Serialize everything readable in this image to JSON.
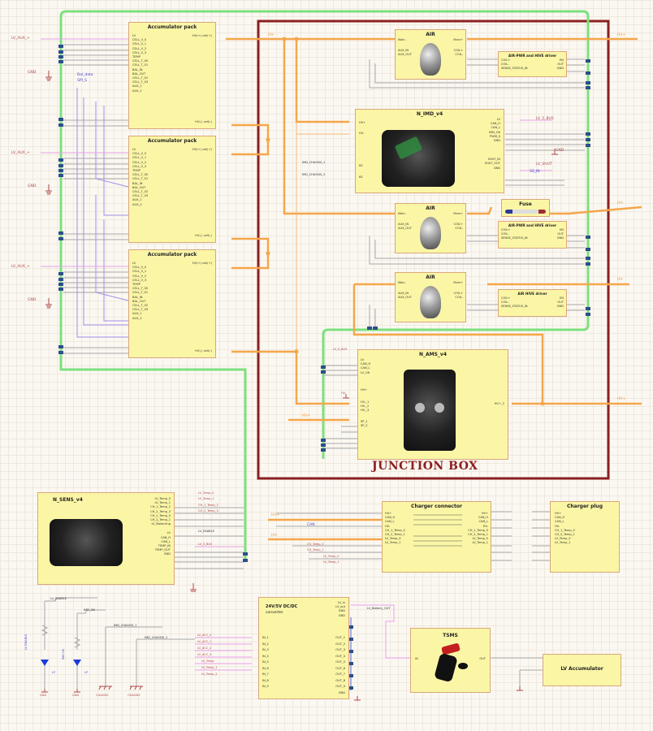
{
  "junction_box": {
    "title": "JUNCTION BOX"
  },
  "accumulator_packs": [
    {
      "title": "Accumulator pack",
      "pins_left": [
        "LV",
        "CELL_V_0",
        "CELL_V_1",
        "CELL_V_2",
        "CELL_V_3",
        "TEMP",
        "CELL_T_00",
        "CELL_T_01",
        "BAL_IN",
        "BAL_OUT",
        "CELL_T_02",
        "CELL_T_03",
        "AUX_1",
        "AUX_2"
      ],
      "pin_top_right": "HV(+) cell(+)",
      "pin_bottom_right": "HV(-) cell(-)"
    },
    {
      "title": "Accumulator pack",
      "pins_left": [
        "LV",
        "CELL_V_0",
        "CELL_V_1",
        "CELL_V_2",
        "CELL_V_3",
        "TEMP",
        "CELL_T_00",
        "CELL_T_01",
        "BAL_IN",
        "BAL_OUT",
        "CELL_T_02",
        "CELL_T_03",
        "AUX_1",
        "AUX_2"
      ],
      "pin_top_right": "HV(+) cell(+)",
      "pin_bottom_right": "HV(-) cell(-)"
    },
    {
      "title": "Accumulator pack",
      "pins_left": [
        "LV",
        "CELL_V_0",
        "CELL_V_1",
        "CELL_V_2",
        "CELL_V_3",
        "TEMP",
        "CELL_T_00",
        "CELL_T_01",
        "BAL_IN",
        "BAL_OUT",
        "CELL_T_02",
        "CELL_T_03",
        "AUX_1",
        "AUX_2"
      ],
      "pin_top_right": "HV(+) cell(+)",
      "pin_bottom_right": "HV(-) cell(-)"
    }
  ],
  "left_nets": [
    {
      "name": "LV_AUX_+"
    },
    {
      "name": "GND"
    },
    {
      "name": "LV_AUX_+"
    },
    {
      "name": "GND"
    },
    {
      "name": "LV_AUX_+"
    },
    {
      "name": "GND"
    }
  ],
  "bus_labels": {
    "temp": "Bal_data",
    "spi": "SPI_S"
  },
  "air_blocks": [
    {
      "title": "AIR",
      "pins_left": [
        "Main-",
        "AUX_IN",
        "AUX_OUT"
      ],
      "pins_right": [
        "Main+",
        "COIL+",
        "COIL-"
      ]
    },
    {
      "title": "AIR",
      "pins_left": [
        "Main-",
        "AUX_IN",
        "AUX_OUT"
      ],
      "pins_right": [
        "Main+",
        "COIL+",
        "COIL-"
      ]
    },
    {
      "title": "AIR",
      "pins_left": [
        "Main-",
        "AUX_IN",
        "AUX_OUT"
      ],
      "pins_right": [
        "Main+",
        "COIL+",
        "COIL-"
      ]
    }
  ],
  "air_drivers": [
    {
      "title": "AIR-PWR and HIVE driver",
      "pins_left": [
        "COIL+",
        "COIL-",
        "SENSE_STATUS_IN"
      ],
      "pins_right": [
        "EN",
        "OUT",
        "GND"
      ]
    },
    {
      "title": "AIR-PWR and HIVE driver",
      "pins_left": [
        "COIL+",
        "COIL-",
        "SENSE_STATUS_IN"
      ],
      "pins_right": [
        "EN",
        "OUT",
        "GND"
      ]
    },
    {
      "title": "AIR HIVE driver",
      "pins_left": [
        "COIL+",
        "COIL-",
        "SENSE_STATUS_IN"
      ],
      "pins_right": [
        "EN",
        "OUT",
        "GND"
      ]
    }
  ],
  "imd": {
    "title": "N_IMD_v4",
    "pins_left": [
      "HV+",
      "HV-",
      "KE",
      "KE"
    ],
    "pins_right": [
      "LV",
      "CAN_H",
      "CAN_L",
      "IMD_OK",
      "PWM_S",
      "GND",
      "SHUT_IN",
      "SHUT_OUT",
      "GND"
    ]
  },
  "imd_labels": {
    "lv": "LV_5_BUS",
    "gnd": "GND",
    "shut": "LV_SHUT",
    "blue": "SS_IN",
    "ke1": "IMD_CHASSIS_1",
    "ke2": "IMD_CHASSIS_2"
  },
  "fuse": {
    "title": "Fuse"
  },
  "hv_outputs": [
    "HV+",
    "HV-",
    "HV-",
    "HV+",
    "HV+"
  ],
  "hv_input_left": "HV-",
  "ams": {
    "title": "N_AMS_v4",
    "pins_left": [
      "LV",
      "CAN_H",
      "CAN_L",
      "LV_OK",
      "HV+",
      "HV-_1",
      "HV-_2",
      "HV-_3",
      "SP_1",
      "SP_2"
    ],
    "pin_right": "HV+_2",
    "label_top": "LV_5_BUS",
    "label_hv": "HV"
  },
  "sens": {
    "title": "N_SENS_v4",
    "pins_right": [
      "LV_Temp_0",
      "LV_Temp_1",
      "CH_1_Temp_2",
      "CH_2_Temp_3",
      "CH_1_Temp_0",
      "CH_2_Temp_1",
      "LV_Balancing",
      "LV",
      "CAN_H",
      "CAN_L",
      "TEMP_IN",
      "TEMP_OUT",
      "GND"
    ],
    "nets_right": [
      "LV_Temp_0",
      "LV_Temp_1",
      "CH_1_Temp_2",
      "CH_2_Temp_3",
      "LV_ENABLE",
      "LV_5_BUS"
    ]
  },
  "charger_connector": {
    "title": "Charger connector",
    "pins_left": [
      "HV+",
      "CAN_H",
      "CAN_L",
      "HV-",
      "CH_1_Temp_0",
      "CH_2_Temp_1",
      "LV_Temp_0",
      "LV_Temp_1"
    ],
    "pins_right": [
      "HV+",
      "CAN_H",
      "CAN_L",
      "HV-",
      "CH_1_Temp_0",
      "CH_2_Temp_1",
      "LV_Temp_0",
      "LV_Temp_1"
    ],
    "nets_left": [
      "HV+",
      "CAN",
      "HV-",
      "CH_Temp_0",
      "CH_Temp_1",
      "LV_Temp_0",
      "LV_Temp_1"
    ]
  },
  "charger_plug": {
    "title": "Charger plug",
    "pins_left": [
      "HV+",
      "CAN_H",
      "CAN_L",
      "HV-",
      "CH_1_Temp_0",
      "CH_2_Temp_1",
      "LV_Temp_0",
      "LV_Temp_1"
    ]
  },
  "dcdc": {
    "title": "24V/5V DC/DC",
    "subtitle": "converter",
    "pins_right_top": [
      "LV_in",
      "LV_out",
      "GND",
      "GND"
    ],
    "pins_left": [
      "IN_1",
      "IN_2",
      "IN_3",
      "IN_4",
      "IN_5",
      "IN_6",
      "IN_7",
      "IN_8",
      "IN_9"
    ],
    "pins_right": [
      "OUT_1",
      "OUT_2",
      "OUT_3",
      "OUT_4",
      "OUT_5",
      "OUT_6",
      "OUT_7",
      "OUT_8",
      "OUT_9",
      "GND"
    ],
    "net_out": "LV_Battery_OUT",
    "nets_left": [
      "LV_ACC_0",
      "LV_ACC_1",
      "LV_ACC_2",
      "LV_ACC_3",
      "LV_Temp",
      "LV_Temp_1",
      "LV_Temp_2"
    ]
  },
  "tsms": {
    "title": "TSMS",
    "pin_left": "IN",
    "pin_right": "OUT"
  },
  "lv_accumulator": {
    "title": "LV Accumulator"
  },
  "led_area": {
    "net1": "LV_ENABLE",
    "net2": "IMD_OK",
    "net3": "IMD_CHASSIS_1",
    "net4": "IMD_CHASSIS_2",
    "led1": "LV ENABLE",
    "led2": "IMD OK",
    "led_suffix": "LP",
    "gnd": "GND",
    "chassis": "CHASSIS"
  },
  "colors": {
    "hv_wire": "#f5a64a",
    "can_bus": "#7de07d",
    "frame": "#8b2020",
    "block_fill": "#fbf6a6",
    "block_border": "#d9a77a",
    "signal_wire": "#a9a9a9",
    "lv_wire": "#e8a0e8",
    "bus_wire": "#a58ce8"
  }
}
